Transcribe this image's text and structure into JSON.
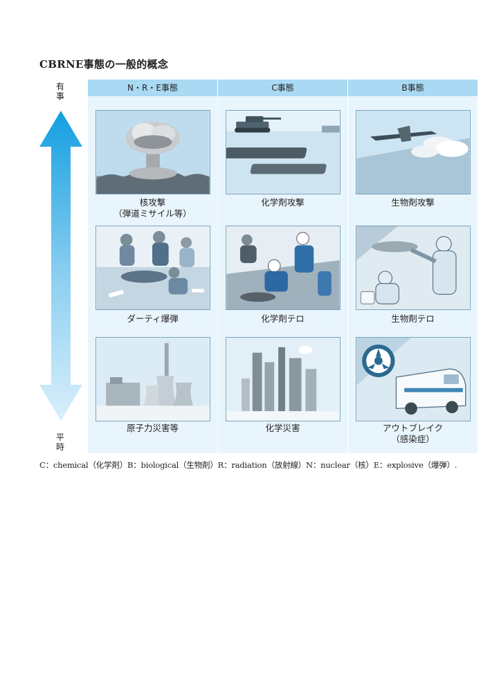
{
  "title": "CBRNE事態の一般的概念",
  "axis": {
    "top": [
      "有",
      "事"
    ],
    "bottom": [
      "平",
      "時"
    ]
  },
  "columns": [
    "N・R・E事態",
    "C事態",
    "B事態"
  ],
  "captions": {
    "r1c1": [
      "核攻撃",
      "（弾道ミサイル等）"
    ],
    "r1c2": [
      "化学剤攻撃"
    ],
    "r1c3": [
      "生物剤攻撃"
    ],
    "r2c1": [
      "ダーティ爆弾"
    ],
    "r2c2": [
      "化学剤テロ"
    ],
    "r2c3": [
      "生物剤テロ"
    ],
    "r3c1": [
      "原子力災害等"
    ],
    "r3c2": [
      "化学災害"
    ],
    "r3c3": [
      "アウトブレイク",
      "（感染症）"
    ]
  },
  "footnote": "C：chemical（化学剤）B：biological（生物剤）R：radiation（放射線）N：nuclear（核）E：explosive（爆弾）.",
  "colors": {
    "header": "#a9d9f3",
    "panel_bg": "#e9f5fc",
    "arrow_dark": "#1aa3e0",
    "arrow_light": "#d9effb"
  }
}
